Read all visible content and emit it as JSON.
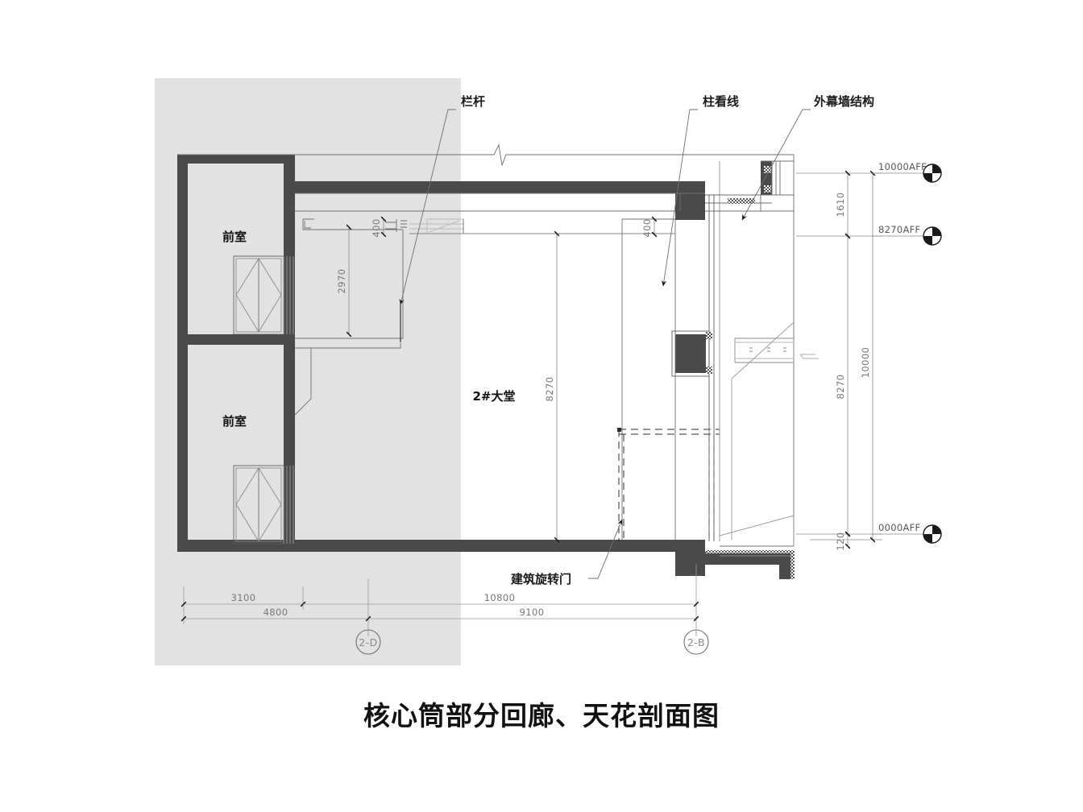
{
  "drawing": {
    "title": "核心筒部分回廊、天花剖面图",
    "shade_color": "#e2e2e2",
    "concrete_color": "#4a4a4a",
    "line_color": "#7a7a7a",
    "dim_color": "#888888",
    "text_color": "#1a1a1a"
  },
  "callouts": [
    {
      "id": "railing",
      "label": "栏杆"
    },
    {
      "id": "column-line",
      "label": "柱看线"
    },
    {
      "id": "curtain-wall",
      "label": "外幕墙结构"
    },
    {
      "id": "revolving-door",
      "label": "建筑旋转门"
    }
  ],
  "rooms": [
    {
      "id": "vestibule-upper",
      "label": "前室"
    },
    {
      "id": "vestibule-lower",
      "label": "前室"
    },
    {
      "id": "lobby",
      "label": "2#大堂"
    }
  ],
  "levels": [
    {
      "id": "lvl-top",
      "label": "10000AFF"
    },
    {
      "id": "lvl-mid",
      "label": "8270AFF"
    },
    {
      "id": "lvl-bottom",
      "label": "0000AFF"
    }
  ],
  "vertical_dims": [
    {
      "id": "vdim-1610",
      "label": "1610"
    },
    {
      "id": "vdim-8270r",
      "label": "8270"
    },
    {
      "id": "vdim-10000",
      "label": "10000"
    },
    {
      "id": "vdim-120",
      "label": "120"
    },
    {
      "id": "vdim-2970",
      "label": "2970"
    },
    {
      "id": "vdim-8270c",
      "label": "8270"
    },
    {
      "id": "vdim-400a",
      "label": "400"
    },
    {
      "id": "vdim-400b",
      "label": "400"
    }
  ],
  "horizontal_dims": {
    "upper_chain": [
      {
        "id": "hdim-3100",
        "label": "3100"
      },
      {
        "id": "hdim-10800",
        "label": "10800"
      }
    ],
    "lower_chain": [
      {
        "id": "hdim-4800",
        "label": "4800"
      },
      {
        "id": "hdim-9100",
        "label": "9100"
      }
    ]
  },
  "grid_bubbles": [
    {
      "id": "grid-2d",
      "label": "2-D"
    },
    {
      "id": "grid-2b",
      "label": "2-B"
    }
  ]
}
